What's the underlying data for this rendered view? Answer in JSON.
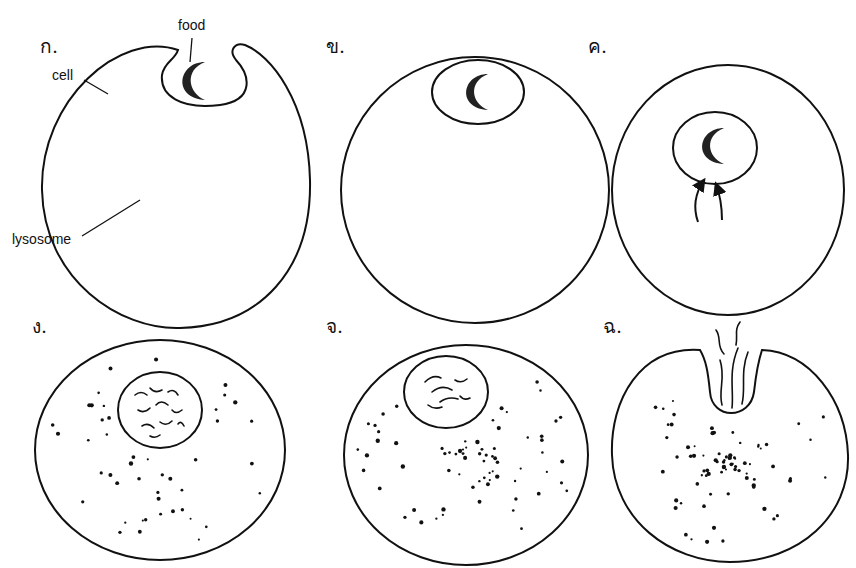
{
  "diagram": {
    "labels": [
      "ก.",
      "food",
      "ข.",
      "ค.",
      "cell",
      "lysosome",
      "ง.",
      "จ.",
      "ฉ."
    ]
  }
}
